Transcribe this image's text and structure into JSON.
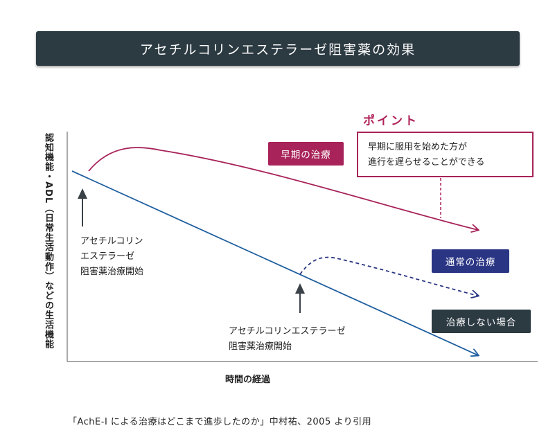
{
  "title": "アセチルコリンエステラーゼ阻害薬の効果",
  "point": {
    "label": "ポイント",
    "line1": "早期に服用を始めた方が",
    "line2": "進行を遅らせることができる"
  },
  "badges": {
    "early": "早期の治療",
    "normal": "通常の治療",
    "none": "治療しない場合"
  },
  "axes": {
    "ylabel": "認知機能・ADL（日常生活動作）などの生活機能",
    "xlabel": "時間の経過"
  },
  "annotations": {
    "start1_line1": "アセチルコリン",
    "start1_line2": "エステラーゼ",
    "start1_line3": "阻害薬治療開始",
    "start2_line1": "アセチルコリンエステラーゼ",
    "start2_line2": "阻害薬治療開始"
  },
  "citation": "「AchE-I による治療はどこまで進歩したのか」中村祐、2005 より引用",
  "colors": {
    "title_bg": "#2c3a42",
    "early": "#a8235a",
    "normal": "#2a3584",
    "untreated": "#1f5fa0",
    "arrow_marker": "#3a4248"
  }
}
